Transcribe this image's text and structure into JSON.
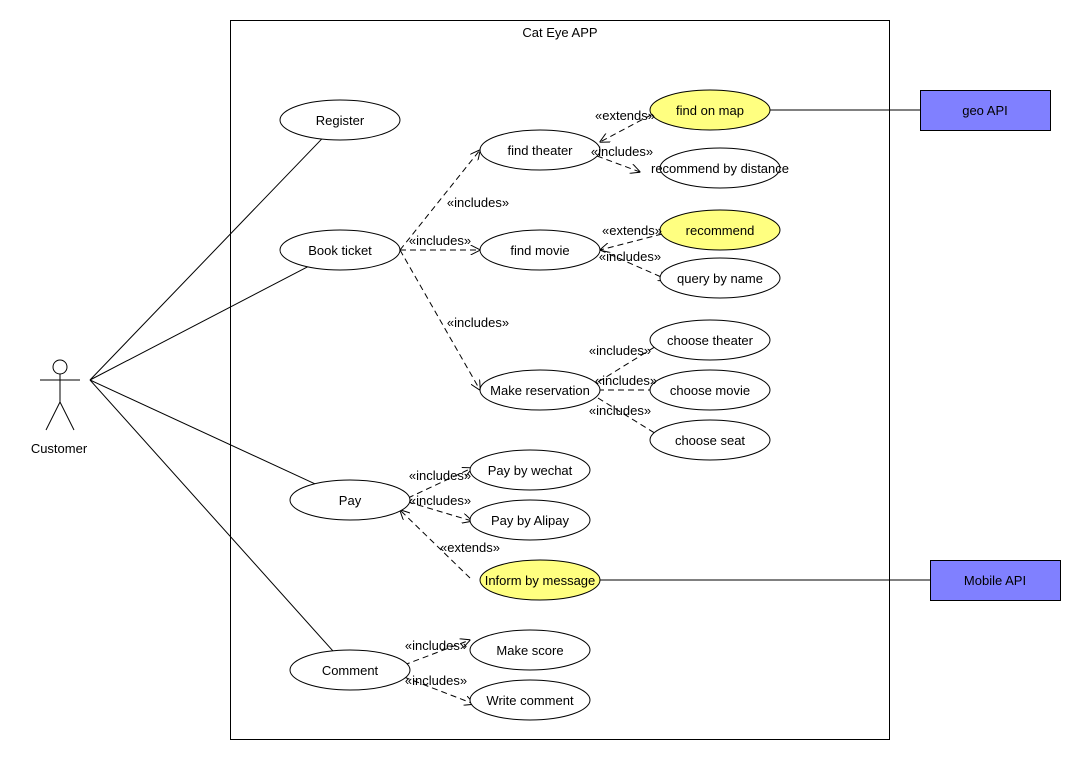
{
  "colors": {
    "extension_fill": "#ffff80",
    "external_fill": "#8080ff",
    "default_fill": "#ffffff",
    "stroke": "#000000"
  },
  "system": {
    "title": "Cat Eye APP"
  },
  "actor": {
    "name": "Customer"
  },
  "use_cases": [
    {
      "id": "register",
      "label": "Register",
      "highlight": false
    },
    {
      "id": "book_ticket",
      "label": "Book ticket",
      "highlight": false
    },
    {
      "id": "find_theater",
      "label": "find theater",
      "highlight": false
    },
    {
      "id": "find_on_map",
      "label": "find on map",
      "highlight": true
    },
    {
      "id": "recommend_by_distance",
      "label": "recommend by distance",
      "highlight": false
    },
    {
      "id": "find_movie",
      "label": "find movie",
      "highlight": false
    },
    {
      "id": "recommend",
      "label": "recommend",
      "highlight": true
    },
    {
      "id": "query_by_name",
      "label": "query by name",
      "highlight": false
    },
    {
      "id": "make_reservation",
      "label": "Make reservation",
      "highlight": false
    },
    {
      "id": "choose_theater",
      "label": "choose theater",
      "highlight": false
    },
    {
      "id": "choose_movie",
      "label": "choose movie",
      "highlight": false
    },
    {
      "id": "choose_seat",
      "label": "choose seat",
      "highlight": false
    },
    {
      "id": "pay",
      "label": "Pay",
      "highlight": false
    },
    {
      "id": "pay_wechat",
      "label": "Pay by wechat",
      "highlight": false
    },
    {
      "id": "pay_alipay",
      "label": "Pay by Alipay",
      "highlight": false
    },
    {
      "id": "inform_message",
      "label": "Inform by message",
      "highlight": true
    },
    {
      "id": "comment",
      "label": "Comment",
      "highlight": false
    },
    {
      "id": "make_score",
      "label": "Make score",
      "highlight": false
    },
    {
      "id": "write_comment",
      "label": "Write comment",
      "highlight": false
    }
  ],
  "external_systems": [
    {
      "id": "geo_api",
      "label": "geo API"
    },
    {
      "id": "mobile_api",
      "label": "Mobile API"
    }
  ],
  "relations": [
    {
      "from": "book_ticket",
      "to": "find_theater",
      "label": "«includes»"
    },
    {
      "from": "book_ticket",
      "to": "find_movie",
      "label": "«includes»"
    },
    {
      "from": "book_ticket",
      "to": "make_reservation",
      "label": "«includes»"
    },
    {
      "from": "find_on_map",
      "to": "find_theater",
      "label": "«extends»"
    },
    {
      "from": "find_theater",
      "to": "recommend_by_distance",
      "label": "«includes»"
    },
    {
      "from": "recommend",
      "to": "find_movie",
      "label": "«extends»"
    },
    {
      "from": "find_movie",
      "to": "query_by_name",
      "label": "«includes»"
    },
    {
      "from": "make_reservation",
      "to": "choose_theater",
      "label": "«includes»"
    },
    {
      "from": "make_reservation",
      "to": "choose_movie",
      "label": "«includes»"
    },
    {
      "from": "make_reservation",
      "to": "choose_seat",
      "label": "«includes»"
    },
    {
      "from": "pay",
      "to": "pay_wechat",
      "label": "«includes»"
    },
    {
      "from": "pay",
      "to": "pay_alipay",
      "label": "«includes»"
    },
    {
      "from": "inform_message",
      "to": "pay",
      "label": "«extends»"
    },
    {
      "from": "comment",
      "to": "make_score",
      "label": "«includes»"
    },
    {
      "from": "comment",
      "to": "write_comment",
      "label": "«includes»"
    }
  ],
  "associations": [
    {
      "from": "actor",
      "to": "register"
    },
    {
      "from": "actor",
      "to": "book_ticket"
    },
    {
      "from": "actor",
      "to": "pay"
    },
    {
      "from": "actor",
      "to": "comment"
    },
    {
      "from": "find_on_map",
      "to": "geo_api"
    },
    {
      "from": "inform_message",
      "to": "mobile_api"
    }
  ]
}
